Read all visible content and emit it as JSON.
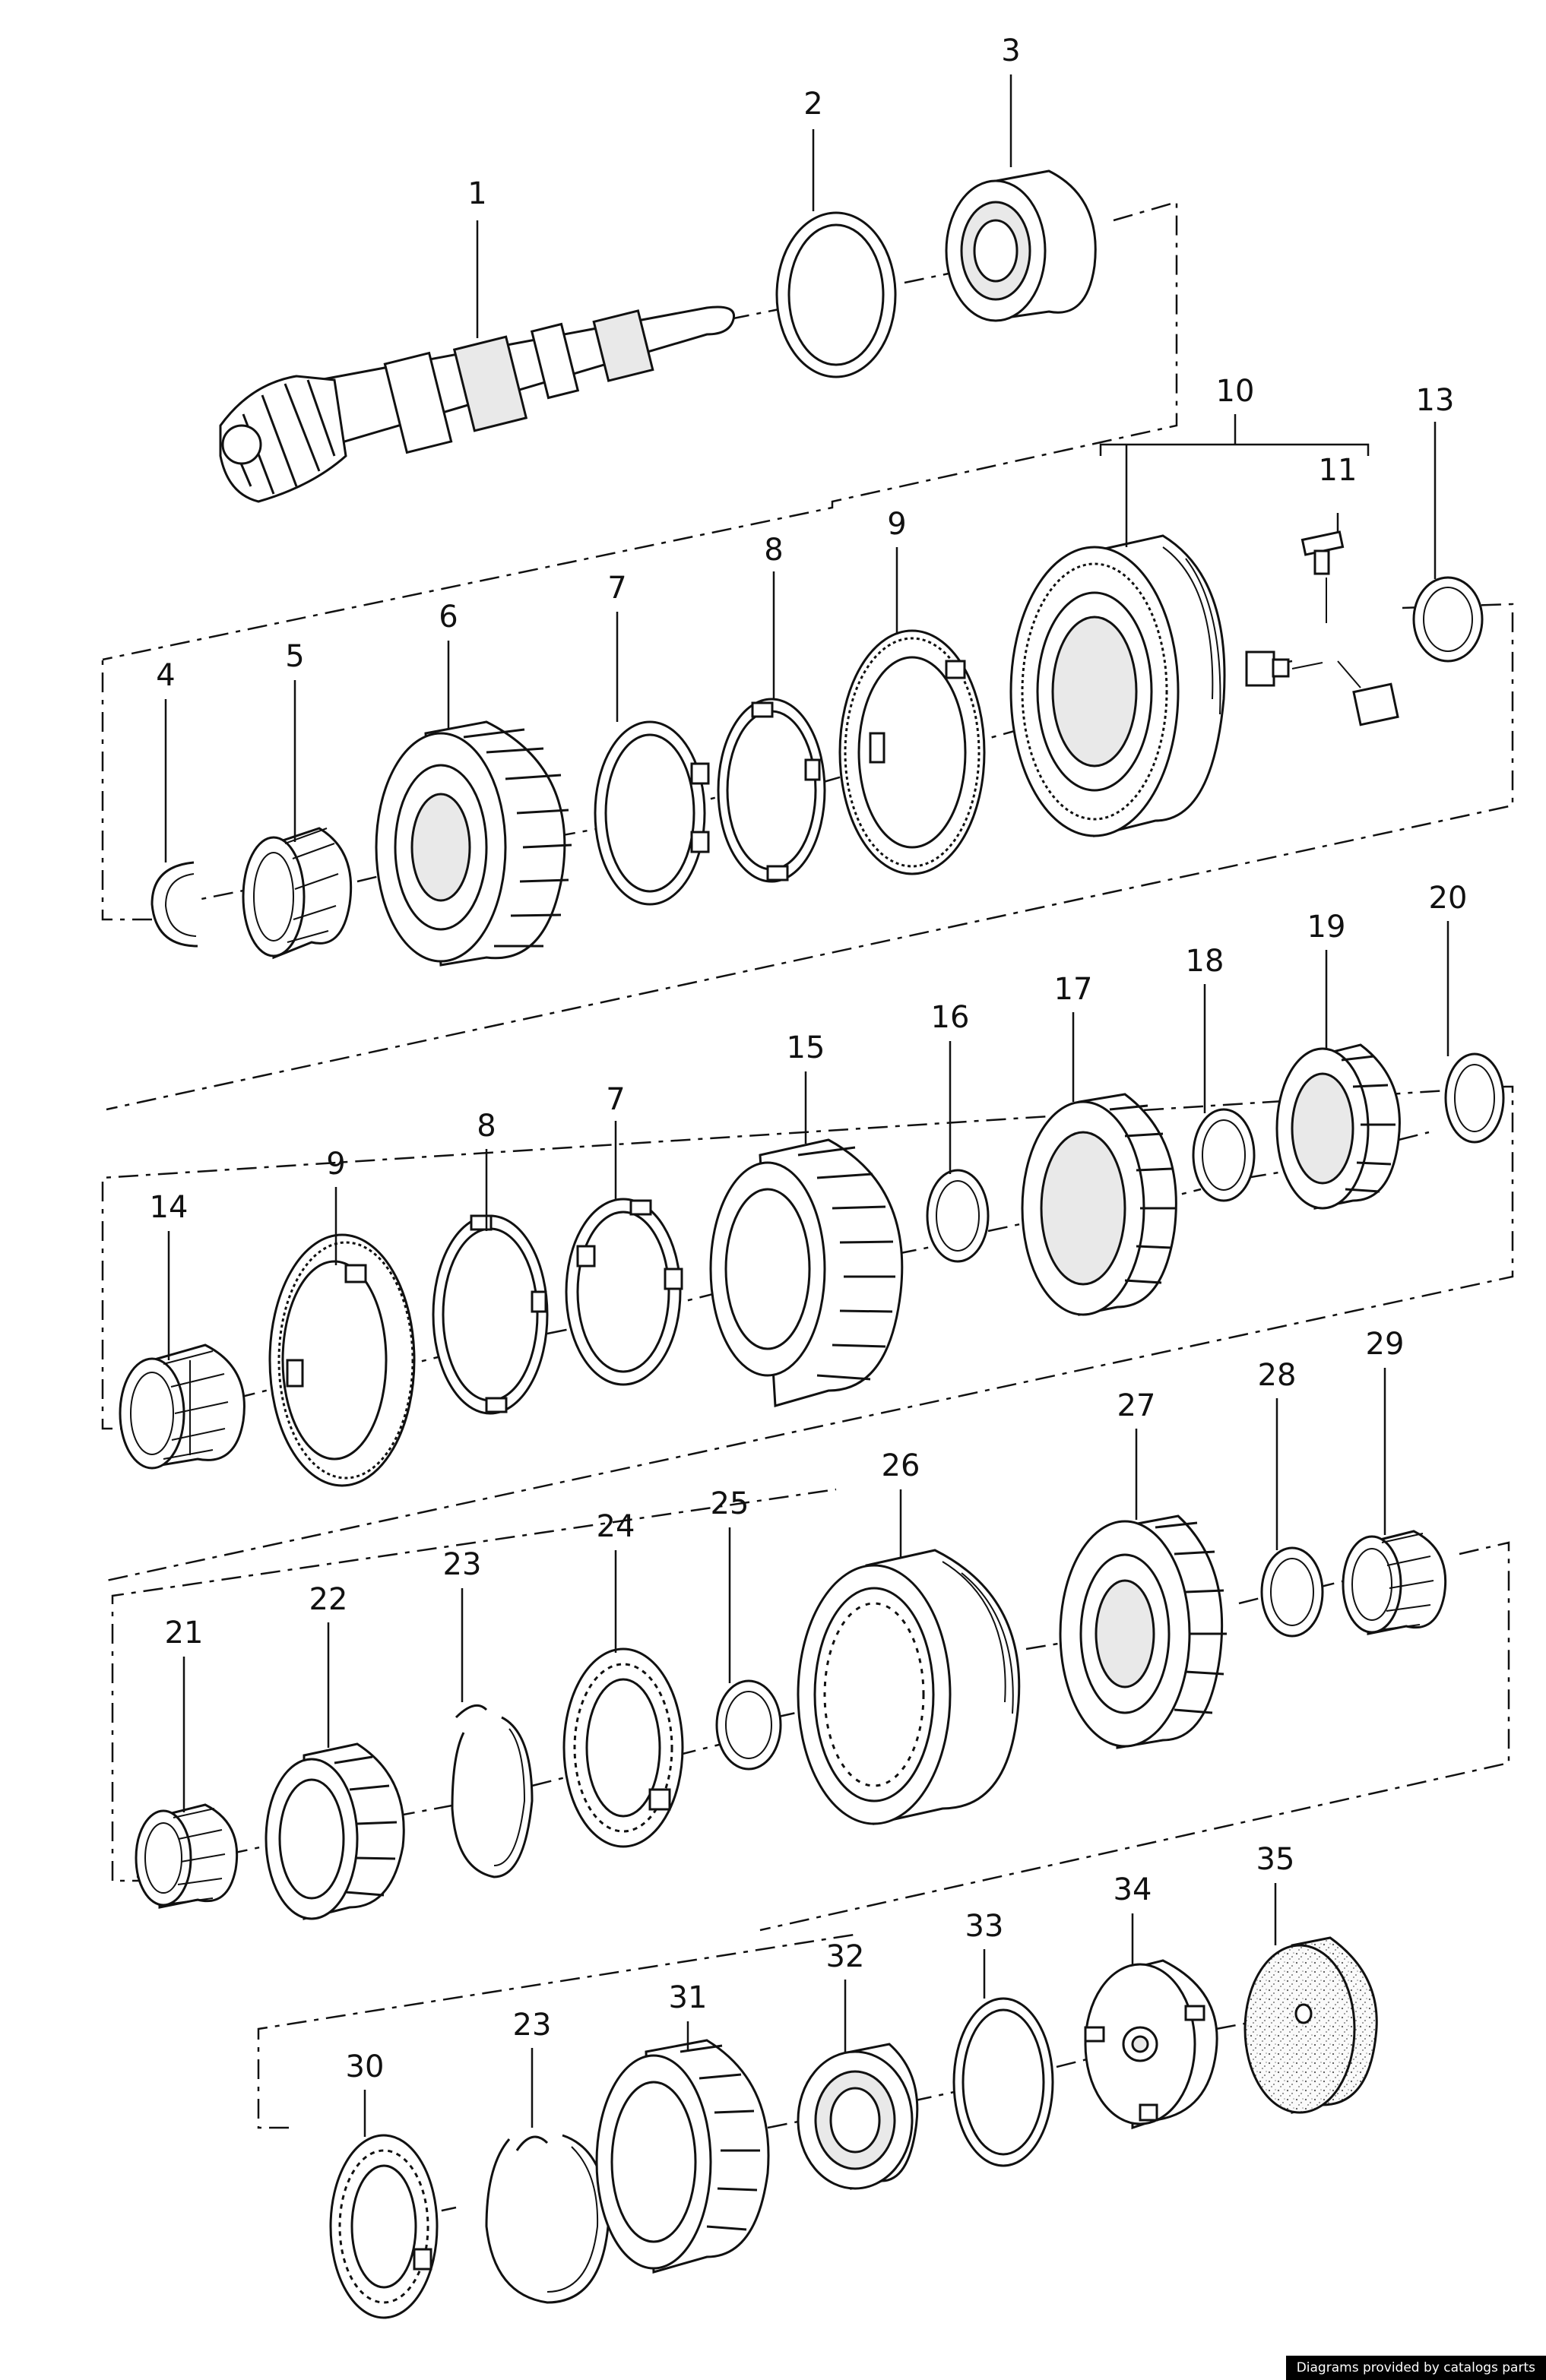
{
  "credit": "Diagrams provided by catalogs parts",
  "callouts": [
    {
      "id": "c1",
      "label": "1"
    },
    {
      "id": "c2",
      "label": "2"
    },
    {
      "id": "c3",
      "label": "3"
    },
    {
      "id": "c4",
      "label": "4"
    },
    {
      "id": "c5",
      "label": "5"
    },
    {
      "id": "c6",
      "label": "6"
    },
    {
      "id": "c7a",
      "label": "7"
    },
    {
      "id": "c8a",
      "label": "8"
    },
    {
      "id": "c9a",
      "label": "9"
    },
    {
      "id": "c10",
      "label": "10"
    },
    {
      "id": "c11",
      "label": "11"
    },
    {
      "id": "c13",
      "label": "13"
    },
    {
      "id": "c14",
      "label": "14"
    },
    {
      "id": "c9b",
      "label": "9"
    },
    {
      "id": "c8b",
      "label": "8"
    },
    {
      "id": "c7b",
      "label": "7"
    },
    {
      "id": "c15",
      "label": "15"
    },
    {
      "id": "c16",
      "label": "16"
    },
    {
      "id": "c17",
      "label": "17"
    },
    {
      "id": "c18",
      "label": "18"
    },
    {
      "id": "c19",
      "label": "19"
    },
    {
      "id": "c20",
      "label": "20"
    },
    {
      "id": "c21",
      "label": "21"
    },
    {
      "id": "c22",
      "label": "22"
    },
    {
      "id": "c23a",
      "label": "23"
    },
    {
      "id": "c24",
      "label": "24"
    },
    {
      "id": "c25",
      "label": "25"
    },
    {
      "id": "c26",
      "label": "26"
    },
    {
      "id": "c27",
      "label": "27"
    },
    {
      "id": "c28",
      "label": "28"
    },
    {
      "id": "c29",
      "label": "29"
    },
    {
      "id": "c30",
      "label": "30"
    },
    {
      "id": "c23b",
      "label": "23"
    },
    {
      "id": "c31",
      "label": "31"
    },
    {
      "id": "c32",
      "label": "32"
    },
    {
      "id": "c33",
      "label": "33"
    },
    {
      "id": "c34",
      "label": "34"
    },
    {
      "id": "c35",
      "label": "35"
    }
  ]
}
